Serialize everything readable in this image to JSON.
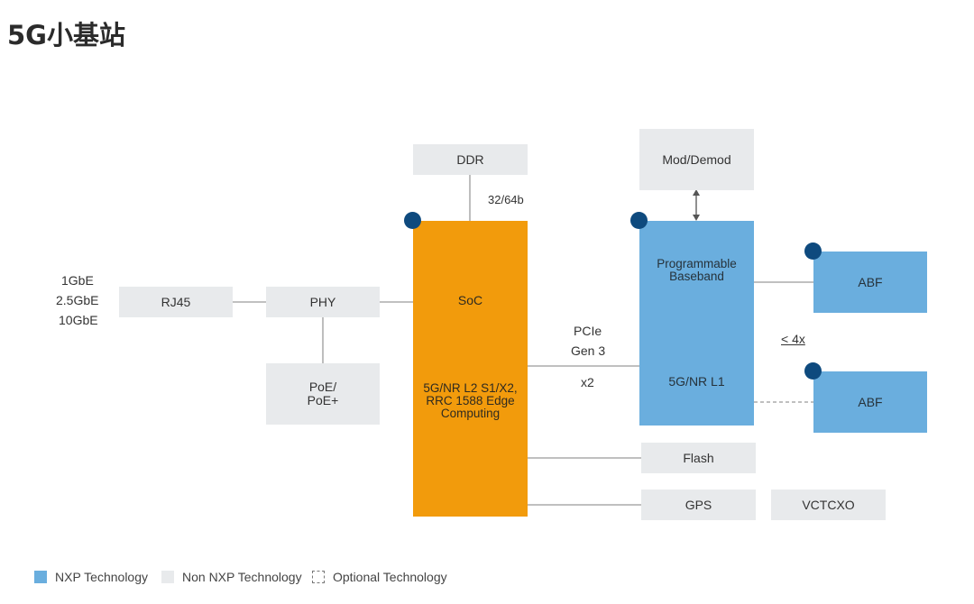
{
  "title": "5G小基站",
  "colors": {
    "nxp": "#6aaede",
    "non_nxp": "#e8eaec",
    "soc": "#f29b0c",
    "dot": "#0e4a7e",
    "line": "#9a9a9a"
  },
  "ethernet_speeds": [
    "1GbE",
    "2.5GbE",
    "10GbE"
  ],
  "blocks": {
    "rj45": "RJ45",
    "phy": "PHY",
    "poe_line1": "PoE/",
    "poe_line2": "PoE+",
    "ddr": "DDR",
    "soc_title": "SoC",
    "soc_desc_line1": "5G/NR L2 S1/X2,",
    "soc_desc_line2": "RRC 1588 Edge",
    "soc_desc_line3": "Computing",
    "mod_demod": "Mod/Demod",
    "baseband_line1": "Programmable",
    "baseband_line2": "Baseband",
    "baseband_l1": "5G/NR L1",
    "abf_1": "ABF",
    "abf_2": "ABF",
    "flash": "Flash",
    "gps": "GPS",
    "vctcxo": "VCTCXO"
  },
  "labels": {
    "ddr_width": "32/64b",
    "pcie": "PCIe",
    "gen": "Gen 3",
    "lanes": "x2",
    "abf_count": "< 4x"
  },
  "legend": {
    "nxp": "NXP Technology",
    "non_nxp": "Non NXP Technology",
    "optional": "Optional Technology"
  }
}
